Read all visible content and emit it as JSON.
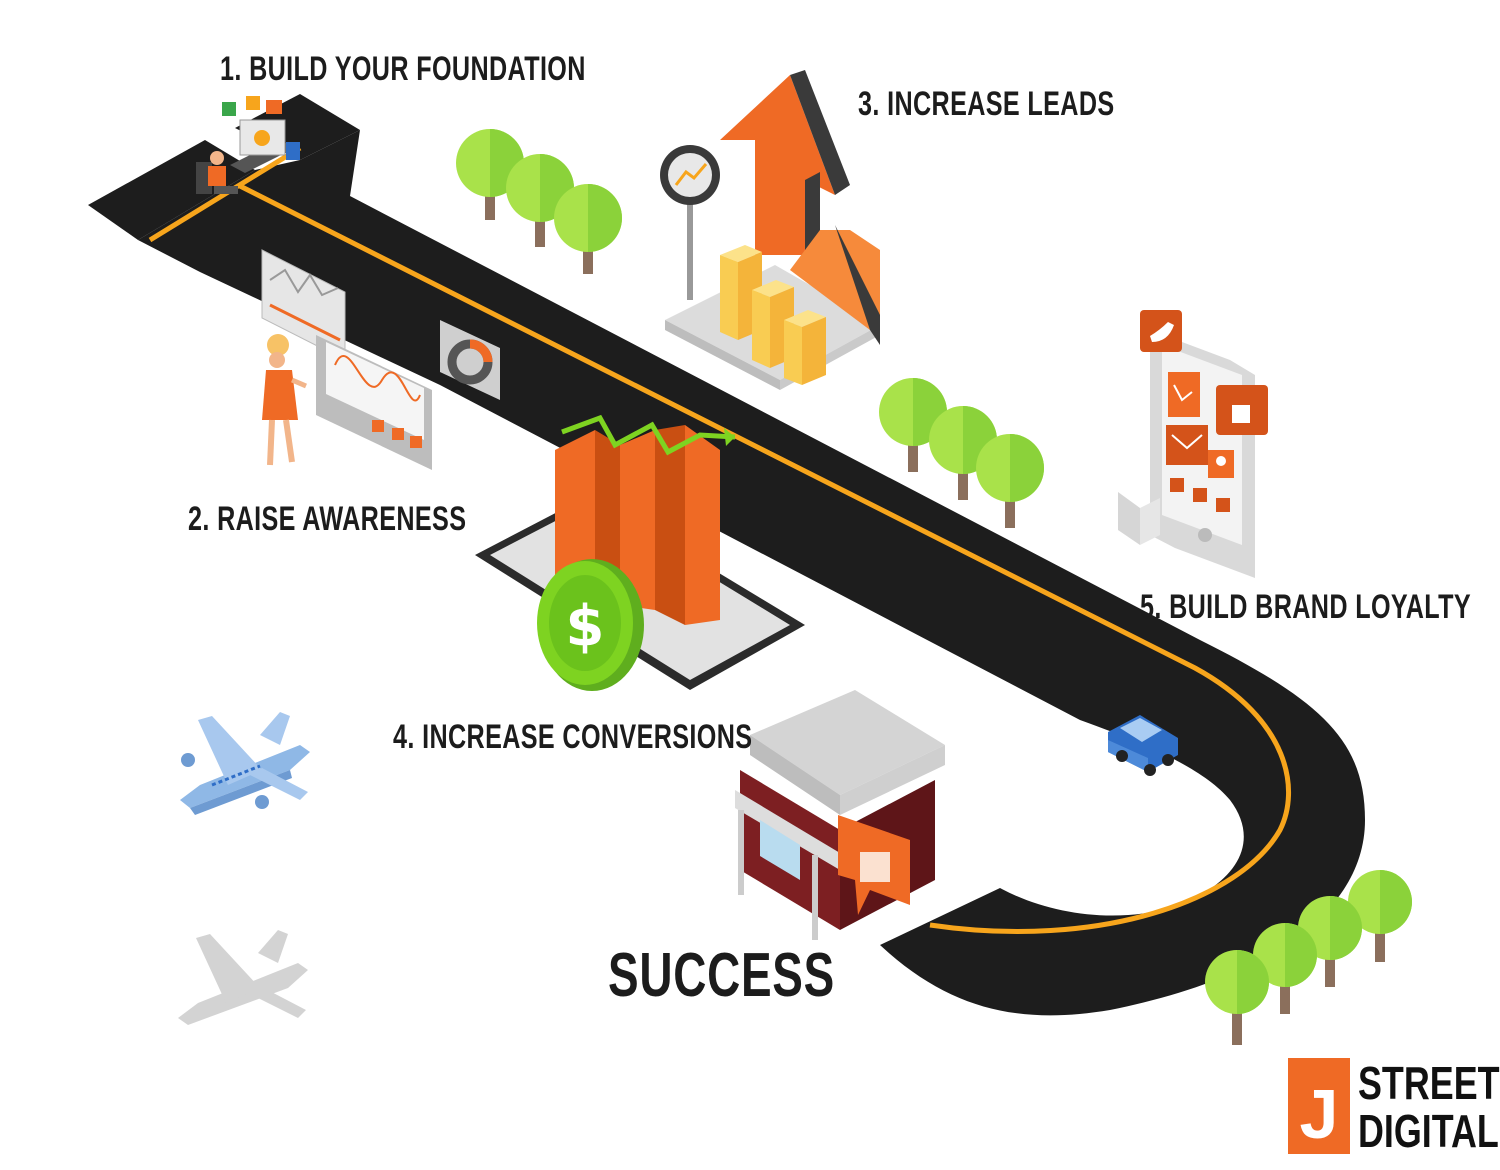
{
  "steps": [
    {
      "id": "foundation",
      "label": "1. BUILD YOUR FOUNDATION"
    },
    {
      "id": "awareness",
      "label": "2. RAISE AWARENESS"
    },
    {
      "id": "leads",
      "label": "3. INCREASE LEADS"
    },
    {
      "id": "conversions",
      "label": "4. INCREASE CONVERSIONS"
    },
    {
      "id": "loyalty",
      "label": "5. BUILD BRAND LOYALTY"
    }
  ],
  "goal": "SUCCESS",
  "logo": {
    "letter": "J",
    "line1": "STREET",
    "line2": "DIGITAL"
  },
  "icons": {
    "dollar": "$",
    "people": [
      "person-at-computer-icon",
      "woman-presenter-icon"
    ],
    "vehicles": [
      "car-icon",
      "airplane-icon",
      "airplane-shadow-icon"
    ],
    "social": [
      "twitter-icon",
      "thumbs-up-icon",
      "email-icon",
      "user-icon",
      "chart-icon"
    ]
  },
  "colors": {
    "road": "#1d1d1d",
    "lane": "#f7a51c",
    "orange": "#ef6a25",
    "tree": "#a9e24a",
    "money": "#7ed321",
    "shop": "#7d1f22"
  }
}
